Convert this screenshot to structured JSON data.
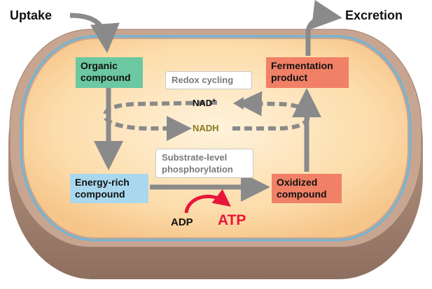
{
  "labels": {
    "uptake": "Uptake",
    "excretion": "Excretion",
    "organic_compound": "Organic compound",
    "energy_rich_compound": "Energy-rich compound",
    "oxidized_compound": "Oxidized compound",
    "fermentation_product": "Fermentation product",
    "redox_cycling": "Redox cycling",
    "substrate_level_phosphorylation": "Substrate-level phosphorylation",
    "nad_base": "NAD",
    "nad_superscript": "+",
    "nadh": "NADH",
    "adp": "ADP",
    "atp": "ATP"
  },
  "colors": {
    "organic_compound_box": "#6cc8a0",
    "energy_rich_box": "#a9d8ee",
    "oxidized_box": "#f08066",
    "fermentation_box": "#f08066",
    "arrow_gray": "#8a8a8a",
    "nadh_text": "#8a7a1a",
    "atp_red": "#e8173a",
    "cell_wall": "#b89782",
    "membrane_blue": "#6fb6d8",
    "cytoplasm": "#fcd9a2"
  }
}
